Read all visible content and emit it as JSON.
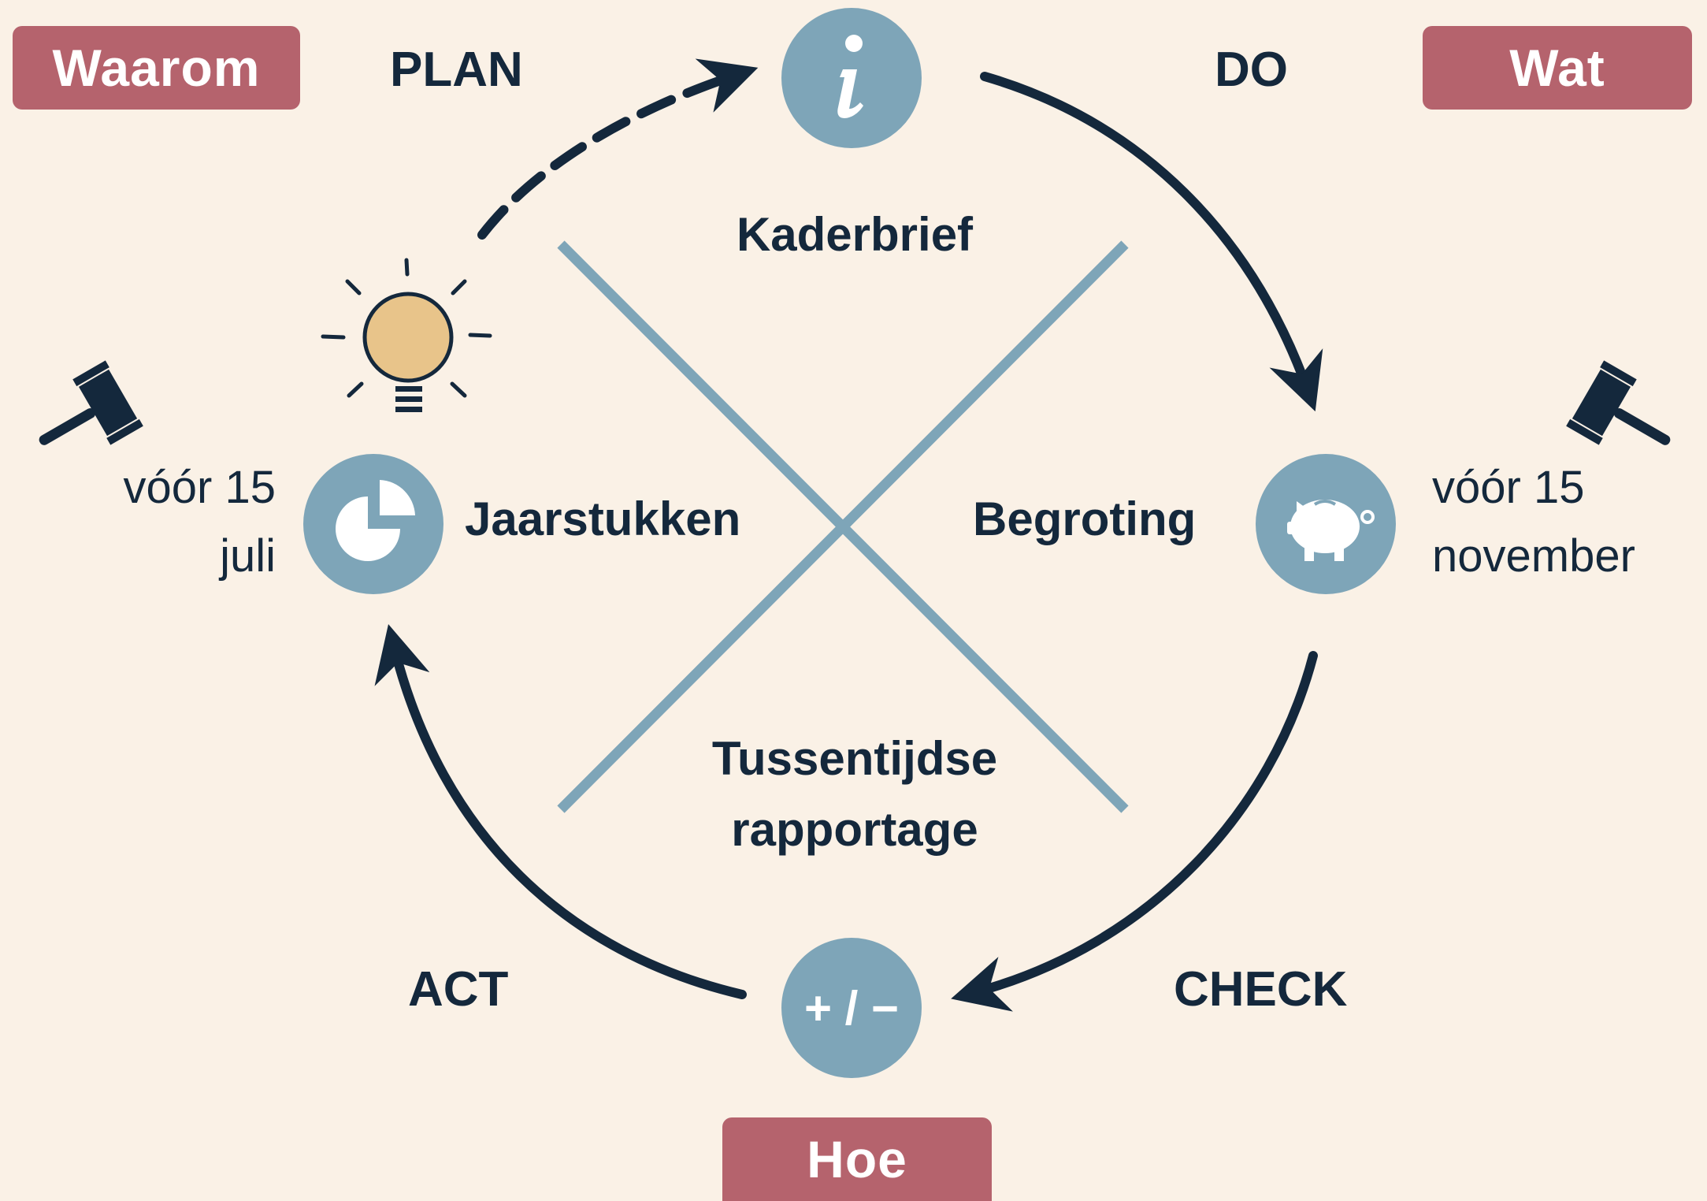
{
  "badges": {
    "why": "Waarom",
    "what": "Wat",
    "how": "Hoe"
  },
  "phases": {
    "plan": "PLAN",
    "do": "DO",
    "check": "CHECK",
    "act": "ACT"
  },
  "documents": {
    "kaderbrief": "Kaderbrief",
    "jaarstukken": "Jaarstukken",
    "begroting": "Begroting",
    "tussentijdse_line1": "Tussentijdse",
    "tussentijdse_line2": "rapportage"
  },
  "deadlines": {
    "left_line1": "vóór 15",
    "left_line2": "juli",
    "right_line1": "vóór 15",
    "right_line2": "november"
  },
  "icons": {
    "top_node": "info-icon",
    "right_node": "piggy-bank-icon",
    "bottom_node": "plus-minus-icon",
    "left_node": "pie-chart-icon",
    "idea": "lightbulb-icon",
    "deadline_left": "gavel-icon",
    "deadline_right": "gavel-icon"
  },
  "node_symbols": {
    "plus_minus": "+ / −"
  },
  "colors": {
    "background": "#faf1e6",
    "badge": "#b5636d",
    "node": "#7ea5b8",
    "arrow": "#14283c",
    "cross_lines": "#7ea5b8",
    "bulb": "#e8c48a"
  }
}
